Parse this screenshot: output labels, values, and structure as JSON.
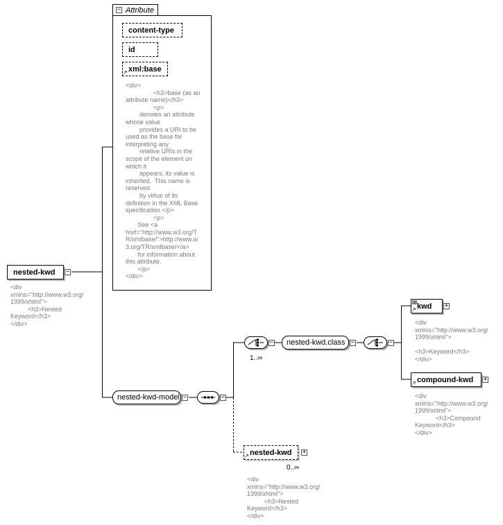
{
  "root": {
    "name": "nested-kwd",
    "doc": "<div\nxmlns=\"http://www.w3.org/\n1999/xhtml\">\n          <h3>Nested\nKeyword</h3>\n</div>"
  },
  "attributes": {
    "tab_label": "Attribute",
    "items": [
      "content-type",
      "id",
      "xml:base"
    ],
    "xml_base_doc": "<div>\n                <h3>base (as an\nattribute name)</h3>\n                <p>\n        denotes an attribute\nwhose value\n        provides a URI to be\nused as the base for\ninterpreting any\n        relative URIs in the\nscope of the element on\nwhich it\n        appears; its value is\ninherited.  This name is\nreserved\n        by virtue of its\ndefinition in the XML Base\nspecification.</p>\n                <p>\n       See <a\nhref=\"http://www.w3.org/T\nR/xmlbase/\">http://www.w\n3.org/TR/xmlbase/</a>\n       for information about\nthis attribute.\n       </p>\n</div>"
  },
  "model": {
    "group_name": "nested-kwd-model",
    "choice_occurrence": "1..∞",
    "class_group_name": "nested-kwd.class",
    "recursive_ref": {
      "name": "nested-kwd",
      "occurrence": "0..∞",
      "doc": "<div\nxmlns=\"http://www.w3.org/\n1999/xhtml\">\n          <h3>Nested\nKeyword</h3>\n</div>"
    }
  },
  "children": [
    {
      "name": "kwd",
      "doc": "<div\nxmlns=\"http://www.w3.org/\n1999/xhtml\">\n\n<h3>Keyword</h3>\n</div>"
    },
    {
      "name": "compound-kwd",
      "doc": "<div\nxmlns=\"http://www.w3.org/\n1999/xhtml\">\n            <h3>Compound\nKeyword</h3>\n</div>"
    }
  ]
}
